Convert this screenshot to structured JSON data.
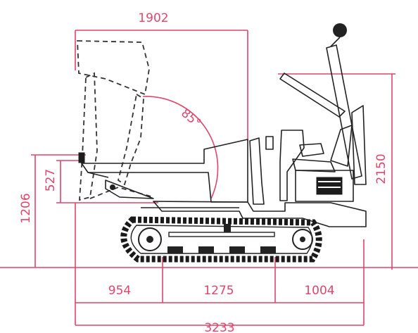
{
  "colors": {
    "dimension": "#e0456a",
    "machine": "#222222",
    "background": "#ffffff"
  },
  "dimensions": {
    "dump_reach": "1902",
    "dump_angle": "85°",
    "overall_height": "2150",
    "side_height": "1206",
    "bed_height": "527",
    "rear_overhang": "954",
    "wheelbase": "1275",
    "front_overhang": "1004",
    "overall_length": "3233"
  }
}
